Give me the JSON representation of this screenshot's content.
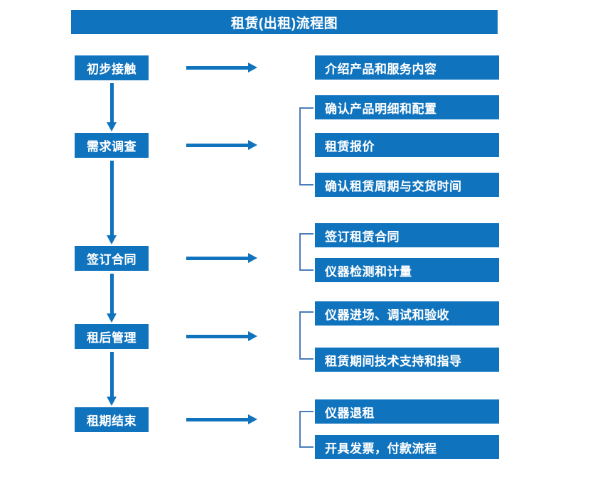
{
  "chart_data": {
    "type": "diagram",
    "title": "租赁(出租)流程图",
    "diagram_kind": "flowchart",
    "orientation": "vertical-with-side-branches",
    "accent_color": "#1073BE",
    "bracket_color": "#4A7EBB",
    "text_color": "#FFFFFF",
    "background": "#FFFFFF",
    "stages": [
      {
        "label": "初步接触",
        "details": [
          "介绍产品和服务内容"
        ],
        "bracketed": false
      },
      {
        "label": "需求调查",
        "details": [
          "确认产品明细和配置",
          "租赁报价",
          "确认租赁周期与交货时间"
        ],
        "bracketed": true
      },
      {
        "label": "签订合同",
        "details": [
          "签订租赁合同",
          "仪器检测和计量"
        ],
        "bracketed": true
      },
      {
        "label": "租后管理",
        "details": [
          "仪器进场、调试和验收",
          "租赁期间技术支持和指导"
        ],
        "bracketed": true
      },
      {
        "label": "租期结束",
        "details": [
          "仪器退租",
          "开具发票，付款流程"
        ],
        "bracketed": true
      }
    ]
  },
  "title": {
    "text": "租赁(出租)流程图"
  },
  "stages": [
    {
      "label": "初步接触"
    },
    {
      "label": "需求调查"
    },
    {
      "label": "签订合同"
    },
    {
      "label": "租后管理"
    },
    {
      "label": "租期结束"
    }
  ],
  "details": [
    {
      "label": "介绍产品和服务内容"
    },
    {
      "label": "确认产品明细和配置"
    },
    {
      "label": "租赁报价"
    },
    {
      "label": "确认租赁周期与交货时间"
    },
    {
      "label": "签订租赁合同"
    },
    {
      "label": "仪器检测和计量"
    },
    {
      "label": "仪器进场、调试和验收"
    },
    {
      "label": "租赁期间技术支持和指导"
    },
    {
      "label": "仪器退租"
    },
    {
      "label": "开具发票，付款流程"
    }
  ]
}
